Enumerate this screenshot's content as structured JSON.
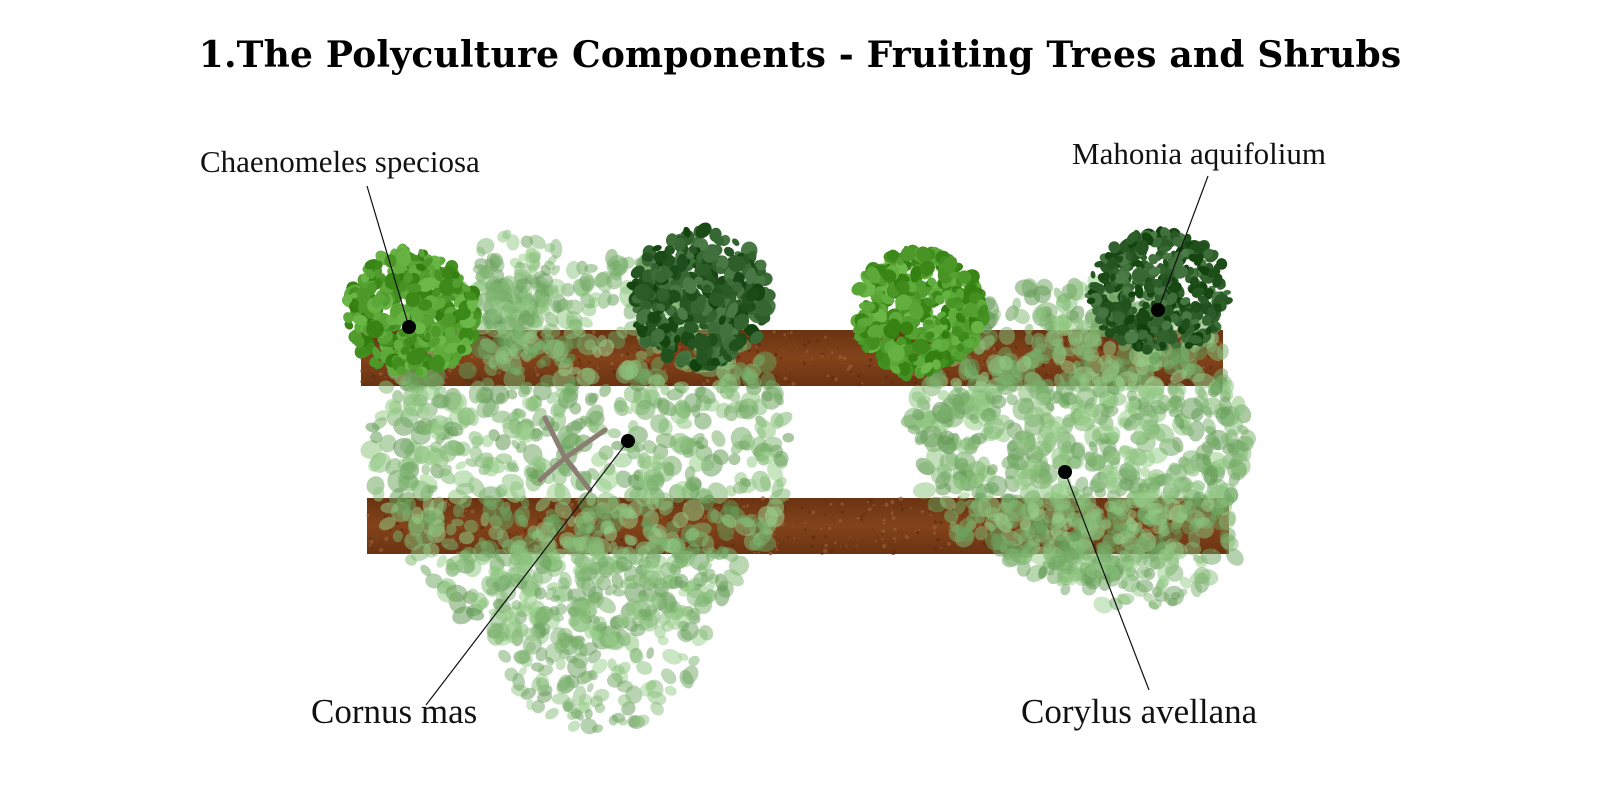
{
  "title": "1.The Polyculture Components - Fruiting Trees and Shrubs",
  "labels": {
    "chaenomeles": "Chaenomeles speciosa",
    "mahonia": "Mahonia aquifolium",
    "cornus": "Cornus mas",
    "corylus": "Corylus avellana"
  },
  "colors": {
    "soil": "#7a3e17",
    "soil_dark": "#5e2d10",
    "shrub_green": "#4f9b2c",
    "shrub_dark": "#2f5f2a",
    "canopy_light": "#7fb571",
    "canopy_mid": "#5f9a52",
    "trunk": "#8a7d72"
  }
}
